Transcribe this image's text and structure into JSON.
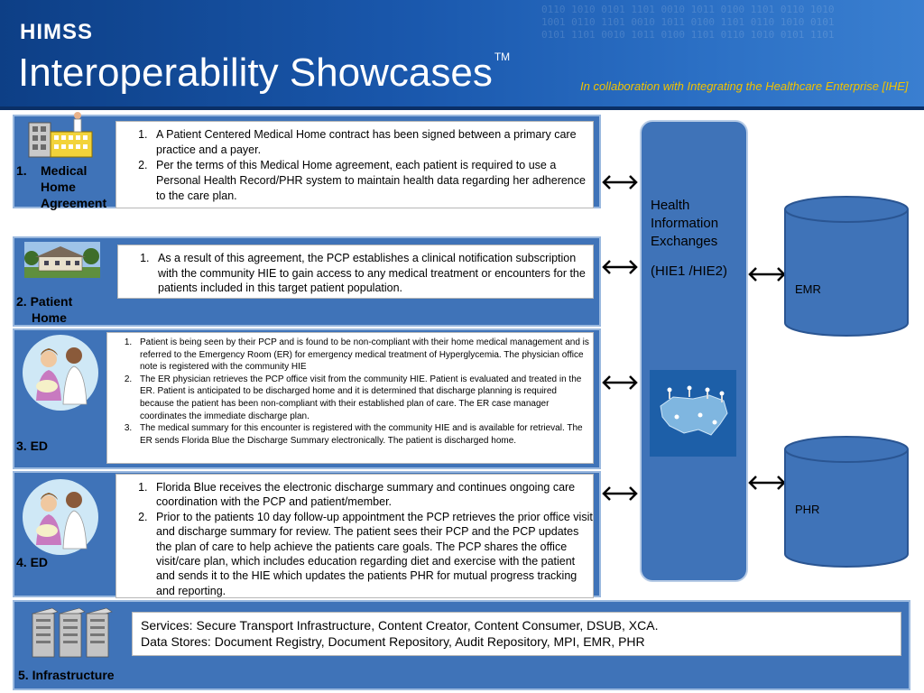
{
  "header": {
    "brand": "HIMSS",
    "title": "Interoperability Showcases",
    "trademark": "TM",
    "collaboration": "In collaboration with Integrating the Healthcare Enterprise [IHE]"
  },
  "lanes": [
    {
      "label_number": "1.",
      "label_lines": [
        "Medical",
        "Home",
        "Agreement"
      ],
      "items": [
        "A Patient Centered Medical Home contract has been signed between a primary care practice and a payer.",
        "Per the terms of this Medical Home agreement, each patient is required to use a Personal Health Record/PHR system to maintain health data regarding her adherence to the care plan."
      ]
    },
    {
      "label_lines": [
        "2. Patient",
        "Home"
      ],
      "items": [
        "As a result of this agreement, the PCP establishes a clinical notification subscription with the community HIE to gain access to any medical treatment or encounters for the patients included in this target patient population."
      ]
    },
    {
      "label_lines": [
        "3. ED"
      ],
      "items": [
        "Patient is being seen by their PCP and is found to be non-compliant with their home medical management and is referred to the Emergency Room (ER) for emergency medical treatment of Hyperglycemia.  The physician office note is registered with the community HIE",
        "The ER physician retrieves the PCP office visit from the community HIE. Patient is evaluated and treated in the ER. Patient is anticipated to be discharged home and it is determined that discharge planning is required because the patient has been non-compliant with their established plan of care. The ER case manager coordinates the immediate discharge plan.",
        "The medical summary for this encounter is registered with the community HIE and is available for retrieval. The ER sends Florida Blue the Discharge Summary electronically. The patient is discharged home."
      ]
    },
    {
      "label_lines": [
        "4. ED"
      ],
      "items": [
        "Florida Blue receives the electronic discharge summary and continues ongoing care coordination with the PCP and patient/member.",
        "Prior to the patients 10 day follow-up appointment the PCP retrieves the prior office visit and discharge summary for review. The patient sees their PCP and the PCP updates the plan of care to help achieve the patients care goals. The PCP shares the office visit/care plan, which includes education regarding diet and exercise with the patient and sends it to the HIE which updates the patients PHR for mutual progress tracking and reporting."
      ]
    }
  ],
  "hie": {
    "lines": [
      "Health",
      "Information",
      "Exchanges"
    ],
    "sub": "(HIE1 /HIE2)"
  },
  "databases": {
    "emr": "EMR",
    "phr": "PHR"
  },
  "infrastructure": {
    "label": "5. Infrastructure",
    "services": "Services: Secure Transport Infrastructure, Content Creator, Content Consumer, DSUB, XCA.",
    "stores": "Data Stores: Document Registry, Document Repository, Audit Repository, MPI, EMR, PHR"
  },
  "colors": {
    "lane_fill": "#3f73b8",
    "header_blue": "#1a58ad",
    "collab_gold": "#f2c200"
  }
}
